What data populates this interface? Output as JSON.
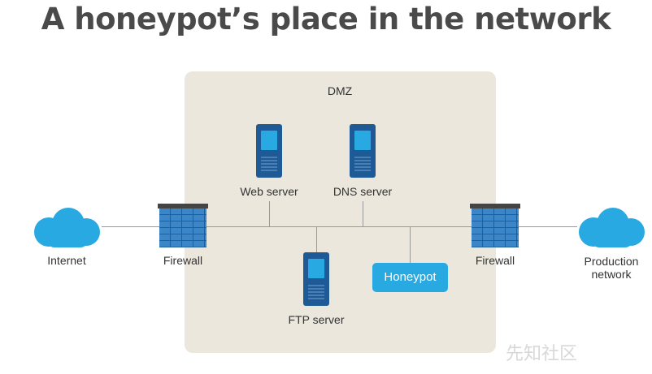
{
  "title": "A honeypot’s place in the network",
  "dmz_label": "DMZ",
  "nodes": {
    "internet": "Internet",
    "firewall_left": "Firewall",
    "web_server": "Web server",
    "dns_server": "DNS server",
    "ftp_server": "FTP server",
    "honeypot": "Honeypot",
    "firewall_right": "Firewall",
    "production_line1": "Production",
    "production_line2": "network"
  },
  "watermark": "先知社区",
  "colors": {
    "title": "#4a4a4a",
    "dmz_background": "#ebe7dc",
    "server": "#1e5a95",
    "accent": "#29a9e1",
    "firewall": "#3a86c8",
    "line": "#9a9a9a"
  },
  "icons": [
    "cloud-icon",
    "firewall-icon",
    "server-icon"
  ]
}
